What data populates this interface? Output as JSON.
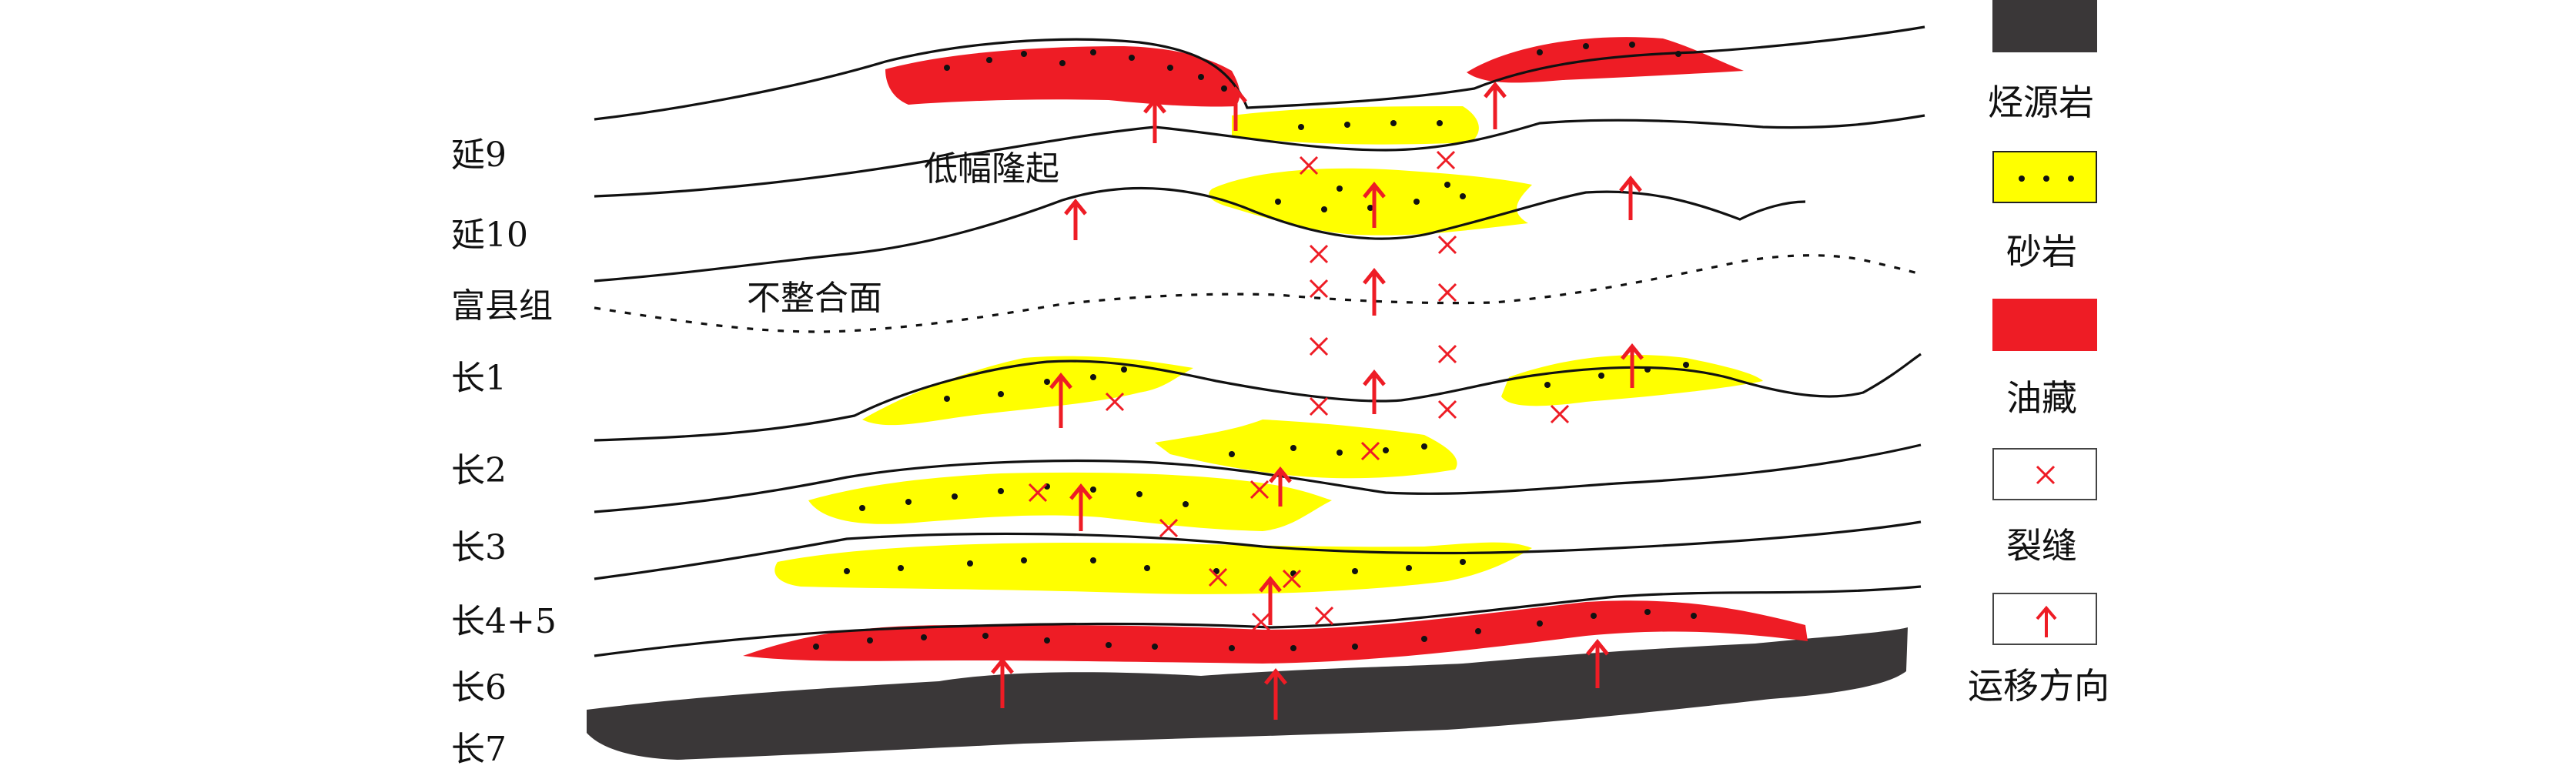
{
  "layers": [
    "延9",
    "延10",
    "富县组",
    "长1",
    "长2",
    "长3",
    "长4+5",
    "长6",
    "长7"
  ],
  "annotations": {
    "uplift": "低幅隆起",
    "unconformity": "不整合面"
  },
  "legend": [
    {
      "key": "source",
      "label": "烃源岩",
      "color": "#3a3738",
      "icon": "fill-dark"
    },
    {
      "key": "sand",
      "label": "砂岩",
      "color": "#ffff00",
      "icon": "dots"
    },
    {
      "key": "oil",
      "label": "油藏",
      "color": "#ee1c25",
      "icon": "fill-red"
    },
    {
      "key": "fracture",
      "label": "裂缝",
      "color": "#ee1c25",
      "icon": "cross-icon"
    },
    {
      "key": "migration",
      "label": "运移方向",
      "color": "#ee1c25",
      "icon": "arrow-up-icon"
    }
  ],
  "colors": {
    "source": "#3a3738",
    "sand": "#ffff00",
    "oil": "#ee1c25",
    "line": "#111111"
  }
}
